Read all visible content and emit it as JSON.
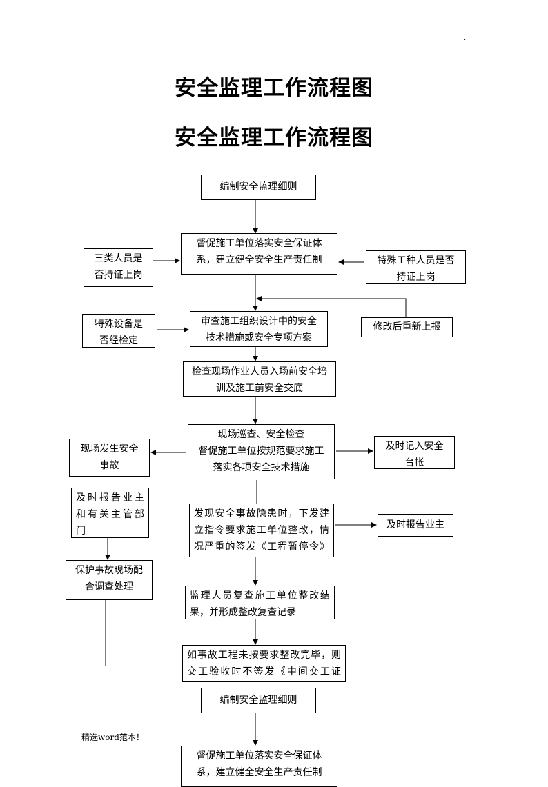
{
  "header": {
    "mark": "."
  },
  "titles": [
    "安全监理工作流程图",
    "安全监理工作流程图"
  ],
  "nodes": {
    "n1": "编制安全监理细则",
    "n2": [
      "督促施工单位落实安全保证体",
      "系，建立健全安全生产责任制"
    ],
    "n3": [
      "三类人员是",
      "否持证上岗"
    ],
    "n4": [
      "特殊工种人员是否",
      "持证上岗"
    ],
    "n5": [
      "特殊设备是",
      "否经检定"
    ],
    "n6": [
      "审查施工组织设计中的安全",
      "技术措施或安全专项方案"
    ],
    "n7": "修改后重新上报",
    "n8": [
      "检查现场作业人员入场前安全培",
      "训及施工前安全交底"
    ],
    "n9": [
      "现场巡查、安全检查",
      "督促施工单位按规范要求施工",
      "落实各项安全技术措施"
    ],
    "n10": [
      "现场发生安全",
      "事故"
    ],
    "n11": [
      "及时记入安全",
      "台帐"
    ],
    "n12": [
      "及时报告业主",
      "和有关主管部",
      "门"
    ],
    "n13": [
      "发现安全事故隐患时，下发建",
      "立指令要求施工单位整改，情",
      "况严重的签发《工程暂停令》"
    ],
    "n14": "及时报告业主",
    "n15": [
      "保护事故现场配",
      "合调查处理"
    ],
    "n16": [
      "监理人员复查施工单位整改结",
      "果，并形成整改复查记录"
    ],
    "n17": [
      "如事故工程未按要求整改完毕，则",
      "交工验收时不签发《中间交工证"
    ],
    "n18": "编制安全监理细则",
    "n19": [
      "督促施工单位落实安全保证体",
      "系，建立健全安全生产责任制"
    ]
  },
  "footer": {
    "text": "精选word范本！"
  }
}
